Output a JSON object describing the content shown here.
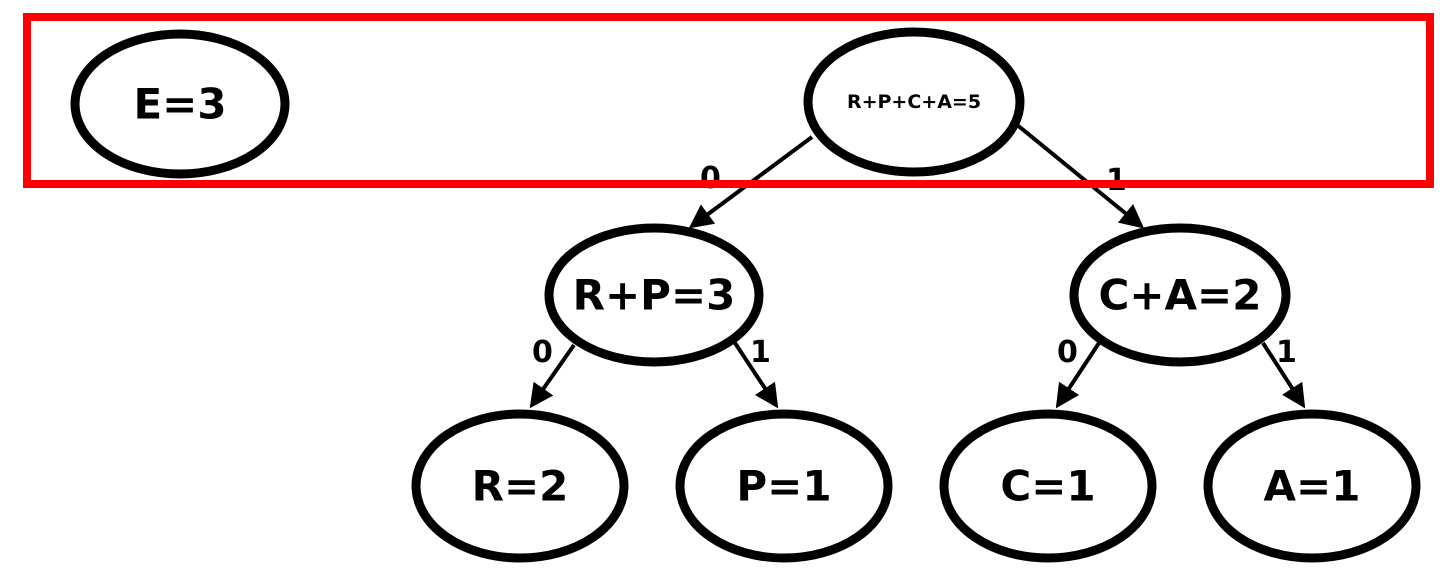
{
  "nodes": {
    "e": {
      "label": "E=3"
    },
    "root": {
      "label": "R+P+C+A=5"
    },
    "rp": {
      "label": "R+P=3"
    },
    "ca": {
      "label": "C+A=2"
    },
    "r": {
      "label": "R=2"
    },
    "p": {
      "label": "P=1"
    },
    "c": {
      "label": "C=1"
    },
    "a": {
      "label": "A=1"
    }
  },
  "edges": {
    "root_rp": {
      "label": "0"
    },
    "root_ca": {
      "label": "1"
    },
    "rp_r": {
      "label": "0"
    },
    "rp_p": {
      "label": "1"
    },
    "ca_c": {
      "label": "0"
    },
    "ca_a": {
      "label": "1"
    }
  },
  "colors": {
    "highlight": "#ff0000",
    "stroke": "#000000",
    "background": "#ffffff"
  }
}
